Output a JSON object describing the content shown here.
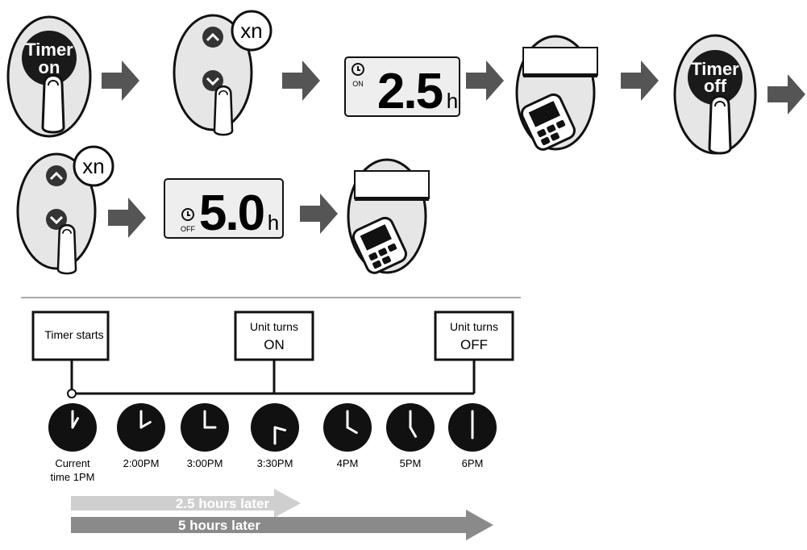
{
  "steps": {
    "timer_on": {
      "line1": "Timer",
      "line2": "on"
    },
    "repeat_1": "xn",
    "display_on": {
      "tag": "ON",
      "value": "2.5",
      "unit": "h"
    },
    "timer_off": {
      "line1": "Timer",
      "line2": "off"
    },
    "repeat_2": "xn",
    "display_off": {
      "tag": "OFF",
      "value": "5.0",
      "unit": "h"
    }
  },
  "timeline": {
    "box_start": "Timer starts",
    "box_on": {
      "line1": "Unit turns",
      "line2": "ON"
    },
    "box_off": {
      "line1": "Unit turns",
      "line2": "OFF"
    },
    "clocks": [
      {
        "label1": "Current",
        "label2": "time 1PM",
        "hour": 1,
        "minute": 0
      },
      {
        "label1": "2:00PM",
        "label2": "",
        "hour": 2,
        "minute": 0
      },
      {
        "label1": "3:00PM",
        "label2": "",
        "hour": 3,
        "minute": 0
      },
      {
        "label1": "3:30PM",
        "label2": "",
        "hour": 3,
        "minute": 30
      },
      {
        "label1": "4PM",
        "label2": "",
        "hour": 4,
        "minute": 0
      },
      {
        "label1": "5PM",
        "label2": "",
        "hour": 5,
        "minute": 0
      },
      {
        "label1": "6PM",
        "label2": "",
        "hour": 6,
        "minute": 0
      }
    ],
    "arrow_short": "2.5 hours later",
    "arrow_long": "5 hours later"
  },
  "colors": {
    "button_bg": "#e6e6e6",
    "arrow": "#555555",
    "dark": "#1a1a1a",
    "arrow_short": "#cfcfcf",
    "arrow_long": "#8a8a8a"
  }
}
